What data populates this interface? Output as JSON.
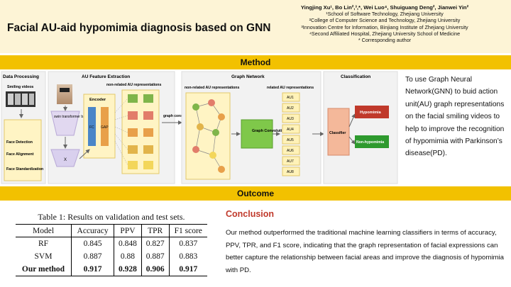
{
  "header": {
    "title": "Facial AU-aid hypomimia diagnosis based on GNN",
    "authors": "Yingjing Xu¹, Bo Lin²,³,*, Wei Luo⁴, Shuiguang Deng², Jianwei Yin²",
    "affiliations": [
      "¹School of Software Technology, Zhejiang University",
      "²College of Computer Science and Technology, Zhejiang University",
      "³Innovation Centre for Information, Binjiang Institute of Zhejiang University",
      "⁴Second Affiliated Hospital, Zhejiang University School of Medicine",
      "* Corresponding author"
    ]
  },
  "sections": {
    "method": "Method",
    "outcome": "Outcome"
  },
  "diagram": {
    "panels": [
      "Data Processing",
      "AU Feature Extraction",
      "Graph Network",
      "Classification"
    ],
    "video_label": "Smiling videos",
    "processing_steps": [
      "Face Detection",
      "Face Alignment",
      "Face Standardization"
    ],
    "backbone_label": "swin transformer backbone",
    "x_label": "X",
    "encoder_label": "Encoder",
    "fc_label": "FC",
    "gap_label": "GAP",
    "nonrel_label": "non-related AU representations",
    "graph_construction": "graph construction",
    "graph_nonrel_label": "non-related AU representations",
    "related_label": "related AU representations",
    "graph_conv": "Graph Convolution",
    "au_list": [
      "AU1",
      "AU2",
      "AU3",
      "AU4",
      "AU5",
      "AU6",
      "AU7",
      "AU8"
    ],
    "classifier": "Classifier",
    "class_hypomimia": "Hypomimia",
    "class_non": "Non-hypomimia",
    "colors": {
      "hypomimia": "#c0392b",
      "non_hypomimia": "#2e9a2e",
      "au_box": "#fff2b8",
      "panel": "#f2f2f2"
    }
  },
  "method_text": "To use Graph Neural Network(GNN) to buid action unit(AU) graph representations on the facial smiling videos to help to improve the recognition of hypomimia with Parkinson’s disease(PD).",
  "table": {
    "caption": "Table 1: Results on validation and test sets.",
    "headers": [
      "Model",
      "Accuracy",
      "PPV",
      "TPR",
      "F1 score"
    ],
    "rows": [
      [
        "RF",
        "0.845",
        "0.848",
        "0.827",
        "0.837"
      ],
      [
        "SVM",
        "0.887",
        "0.88",
        "0.887",
        "0.883"
      ],
      [
        "Our method",
        "0.917",
        "0.928",
        "0.906",
        "0.917"
      ]
    ]
  },
  "conclusion": {
    "title": "Conclusion",
    "text": "Our method outperformed the traditional machine learning classifiers in terms of accuracy, PPV, TPR, and F1 score, indicating that the graph representation of facial expressions can better capture the relationship between facial areas and improve the diagnosis of hypomimia with PD."
  }
}
